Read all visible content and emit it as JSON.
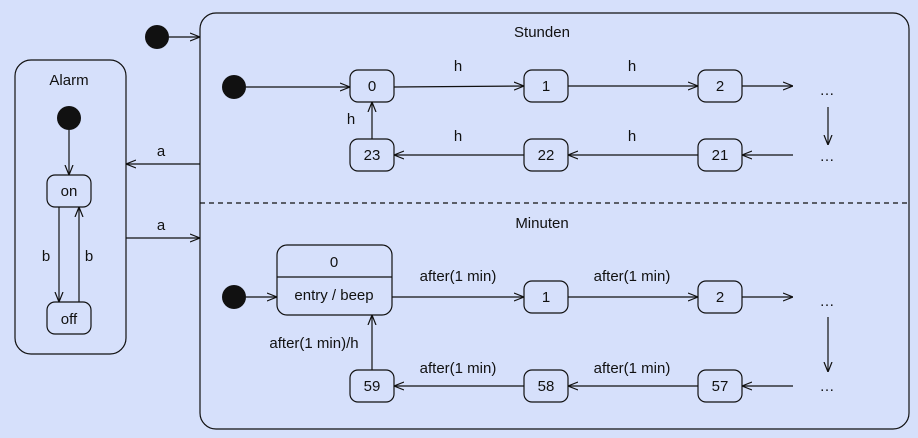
{
  "colors": {
    "background": "#d6e0fb",
    "stroke": "#111111"
  },
  "alarm": {
    "title": "Alarm",
    "state_on": "on",
    "state_off": "off",
    "transition_on_off": "b",
    "transition_off_on": "b"
  },
  "stunden": {
    "title": "Stunden",
    "states": [
      "0",
      "1",
      "2",
      "23",
      "22",
      "21"
    ],
    "ellipsis_top": "…",
    "ellipsis_bottom": "…",
    "t_0_1": "h",
    "t_1_2": "h",
    "t_23_0": "h",
    "t_22_23": "h",
    "t_21_22": "h"
  },
  "minuten": {
    "title": "Minuten",
    "state0_name": "0",
    "state0_action": "entry / beep",
    "states": [
      "1",
      "2",
      "59",
      "58",
      "57"
    ],
    "ellipsis_top": "…",
    "ellipsis_bottom": "…",
    "t_0_1": "after(1 min)",
    "t_1_2": "after(1 min)",
    "t_59_0": "after(1 min)/h",
    "t_58_59": "after(1 min)",
    "t_57_58": "after(1 min)"
  },
  "links": {
    "to_alarm": "a",
    "to_clock": "a"
  }
}
